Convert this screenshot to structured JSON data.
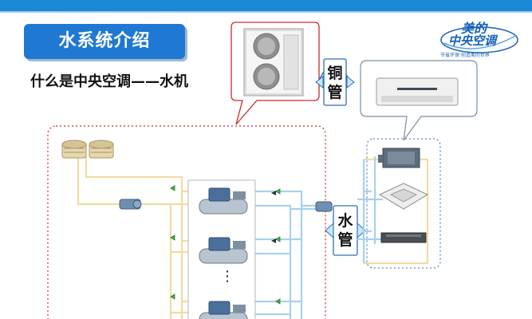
{
  "header": {
    "title": "水系统介绍",
    "subtitle": "什么是中央空调——水机"
  },
  "logo": {
    "brand": "美的",
    "name": "中央空调",
    "slogan": "节省环保·创造美的世界"
  },
  "labels": {
    "copper_pipe": [
      "铜",
      "管"
    ],
    "water_pipe": [
      "水",
      "管"
    ],
    "ellipsis": "⋮"
  },
  "colors": {
    "brand_blue": "#1e88d8",
    "title_blue": "#1f78d1",
    "callout_red": "#cc2a2a",
    "pipe_yellow": "#f3dba0",
    "pipe_blue": "#a6d1ee",
    "arrow_fill": "#c9e7f7",
    "group_dotted_blue": "#3b6fc4"
  },
  "icons": [
    "cooling-tower-icon",
    "water-pump-icon",
    "valve-icon",
    "chiller-icon",
    "outdoor-unit-icon",
    "wall-unit-icon",
    "duct-unit-icon",
    "cassette-unit-icon",
    "slim-duct-unit-icon",
    "double-arrow-icon"
  ]
}
